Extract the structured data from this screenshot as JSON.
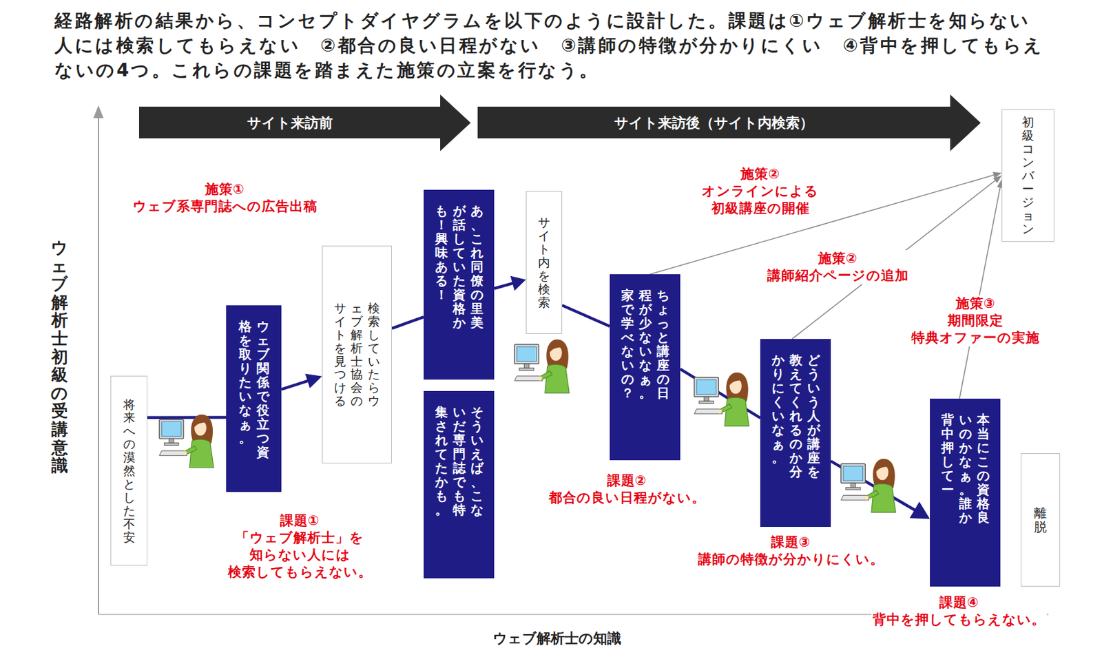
{
  "diagram": {
    "title": "経路解析の結果から、コンセプトダイヤグラムを以下のように設計した。課題は①ウェブ解析士を知らない人には検索してもらえない　②都合の良い日程がない　③講師の特徴が分かりにくい　④背中を押してもらえないの4つ。これらの課題を踏まえた施策の立案を行なう。",
    "nodes": [
      {
        "text": [
          "サイト来訪前"
        ]
      },
      {
        "text": [
          "サイト来訪後（サイト内検索）"
        ]
      },
      {
        "text": [
          "将来への漠然とした不安"
        ]
      },
      {
        "text": [
          "ウェブ関係で役立つ資格を取りたいなぁ。"
        ]
      },
      {
        "text": [
          "検索していたらウェブ解析士協会のサイトを見つける"
        ]
      },
      {
        "text": [
          "あ、これ同僚の里美が話していた資格かも！興味ある！"
        ]
      },
      {
        "text": [
          "そういえば、こないだ専門誌でも特集されてたかも。"
        ]
      },
      {
        "text": [
          "サイト内を検索"
        ]
      },
      {
        "text": [
          "ちょっと講座の日程が少ないなぁ。家で学べないの？"
        ]
      },
      {
        "text": [
          "どういう人が講座を教えてくれるのか分かりにくいなぁ。"
        ]
      },
      {
        "text": [
          "本当にこの資格良いのかなぁ。誰か背中押してー"
        ]
      },
      {
        "text": [
          "初級コンバージョン"
        ]
      },
      {
        "text": [
          "離脱"
        ]
      }
    ],
    "edges": [
      {
        "from": 2,
        "to": 3,
        "arrow": "none"
      },
      {
        "from": 3,
        "to": 4,
        "arrow": "to"
      },
      {
        "from": 4,
        "to": 5,
        "arrow": "none"
      },
      {
        "from": 5,
        "to": 7,
        "arrow": "to"
      },
      {
        "from": 7,
        "to": 8,
        "arrow": "none"
      },
      {
        "from": 8,
        "to": 9,
        "arrow": "none"
      },
      {
        "from": 9,
        "to": 10,
        "arrow": "to"
      },
      {
        "from": 8,
        "to": 11,
        "arrow": "to"
      },
      {
        "from": 9,
        "to": 11,
        "arrow": "to"
      },
      {
        "from": 10,
        "to": 11,
        "arrow": "to"
      }
    ],
    "labels": [
      "施策① ウェブ系専門誌への広告出稿",
      "施策② オンラインによる 初級講座の開催",
      "施策② 講師紹介ページの追加",
      "施策③ 期間限定 特典オファーの実施",
      "ウェブ解析士初級の受講意識",
      "課題② 都合の良い日程がない。",
      "課題③ 講師の特徴が分かりにくい。",
      "課題① 「ウェブ解析士」を 知らない人には 検索してもらえない。",
      "課題④ 背中を押してもらえない。",
      "ウェブ解析士の知識"
    ]
  }
}
